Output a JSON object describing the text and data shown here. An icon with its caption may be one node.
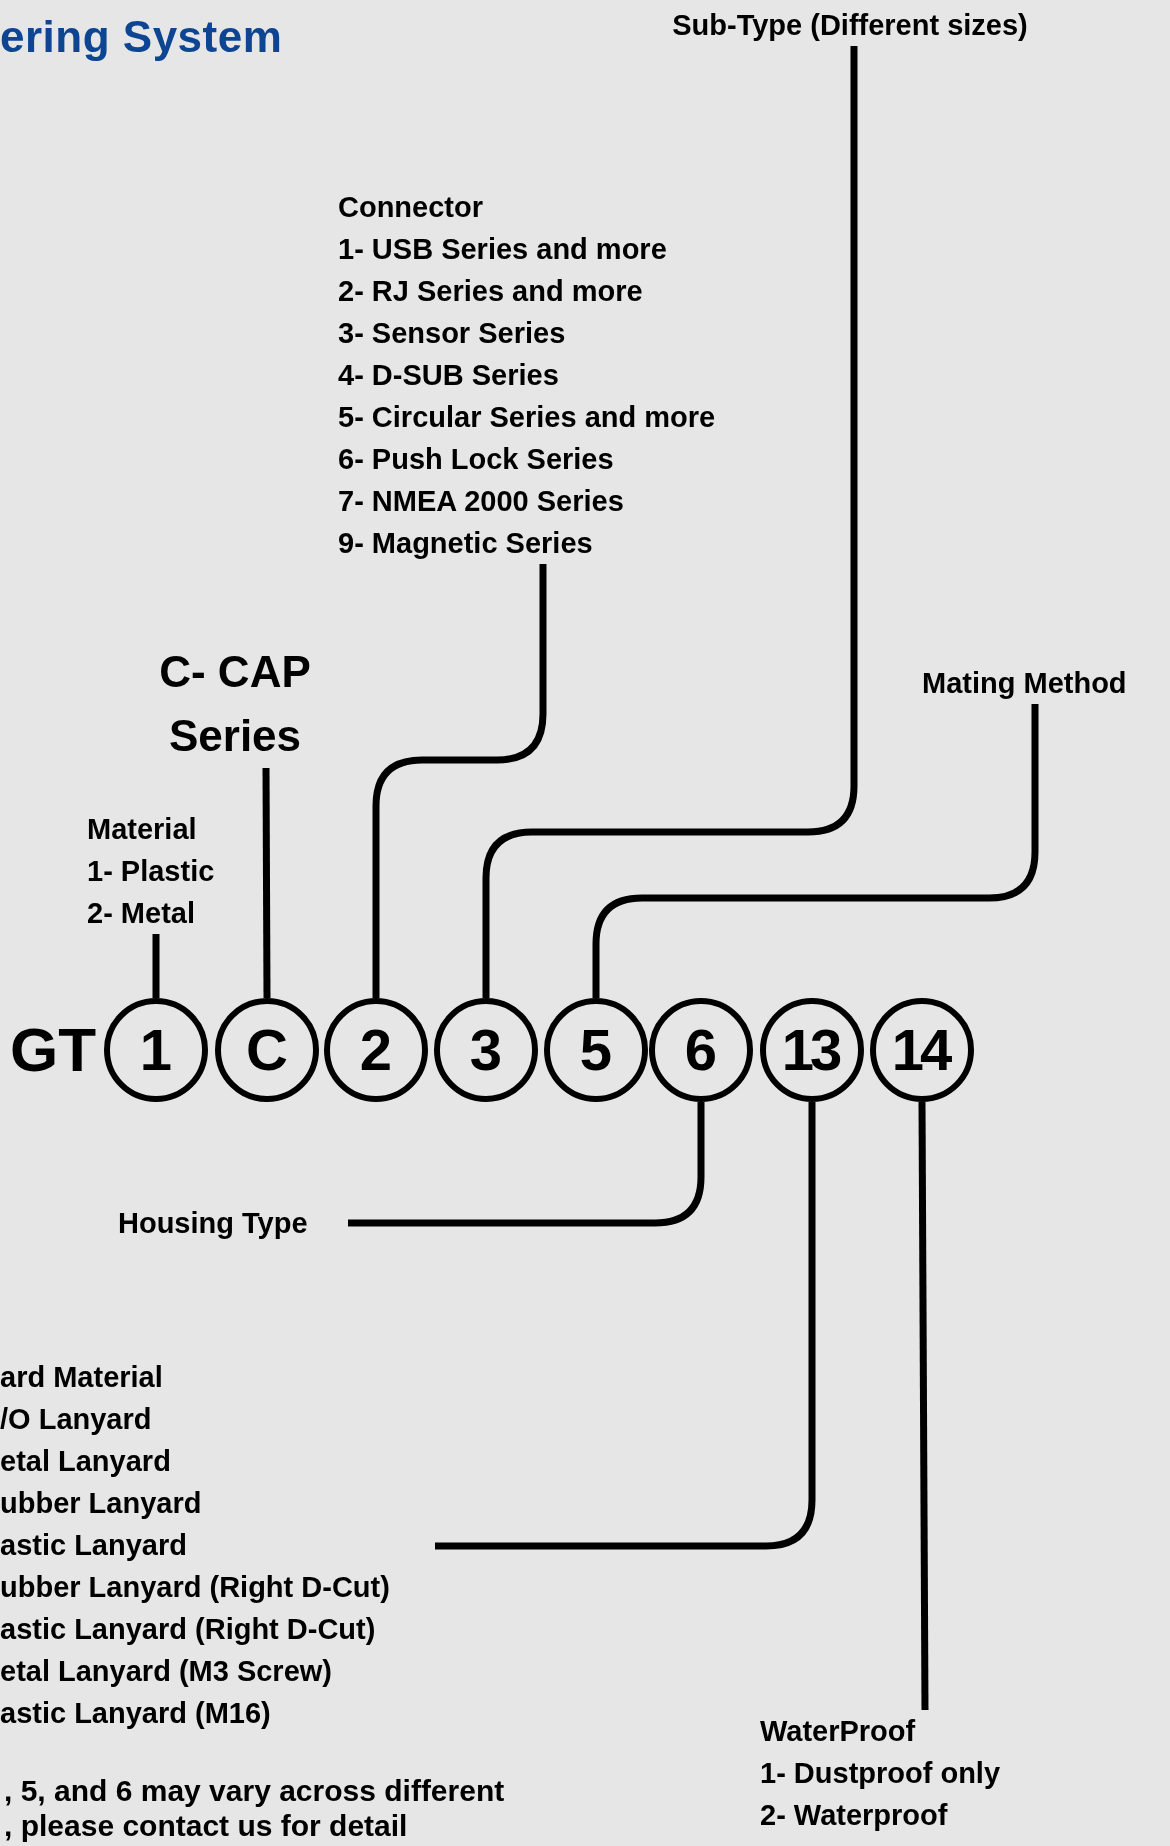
{
  "diagram": {
    "title": "ering System",
    "nodes": [
      {
        "text": [
          "Sub-Type (Different sizes)"
        ]
      },
      {
        "text": [
          "Connector",
          "1- USB Series and more",
          "2- RJ Series and more",
          "3- Sensor Series",
          "4- D-SUB Series",
          "5- Circular Series and more",
          "6- Push Lock Series",
          "7- NMEA 2000 Series",
          "9- Magnetic Series"
        ]
      },
      {
        "text": [
          "C- CAP Series"
        ]
      },
      {
        "text": [
          "Material",
          "1- Plastic",
          "2- Metal"
        ]
      },
      {
        "text": [
          "Mating Method"
        ]
      },
      {
        "text": [
          "1"
        ]
      },
      {
        "text": [
          "C"
        ]
      },
      {
        "text": [
          "2"
        ]
      },
      {
        "text": [
          "3"
        ]
      },
      {
        "text": [
          "5"
        ]
      },
      {
        "text": [
          "6"
        ]
      },
      {
        "text": [
          "13"
        ]
      },
      {
        "text": [
          "14"
        ]
      },
      {
        "text": [
          "Housing Type"
        ]
      },
      {
        "text": [
          "ard Material",
          "/O Lanyard",
          "etal Lanyard",
          "ubber Lanyard",
          "astic Lanyard",
          "ubber Lanyard (Right D-Cut)",
          "astic Lanyard (Right D-Cut)",
          "etal Lanyard (M3 Screw)",
          "astic Lanyard (M16)"
        ]
      },
      {
        "text": [
          "WaterProof",
          "1- Dustproof only",
          "2- Waterproof"
        ]
      }
    ],
    "edges": [
      {
        "from": 0,
        "to": 8,
        "arrow": "none"
      },
      {
        "from": 1,
        "to": 7,
        "arrow": "none"
      },
      {
        "from": 2,
        "to": 6,
        "arrow": "none"
      },
      {
        "from": 3,
        "to": 5,
        "arrow": "none"
      },
      {
        "from": 4,
        "to": 9,
        "arrow": "none"
      },
      {
        "from": 13,
        "to": 10,
        "arrow": "none"
      },
      {
        "from": 14,
        "to": 11,
        "arrow": "none"
      },
      {
        "from": 12,
        "to": 15,
        "arrow": "none"
      }
    ],
    "labels": [
      "GT",
      ", 5, and 6 may vary across different",
      ", please contact us for detail"
    ]
  }
}
